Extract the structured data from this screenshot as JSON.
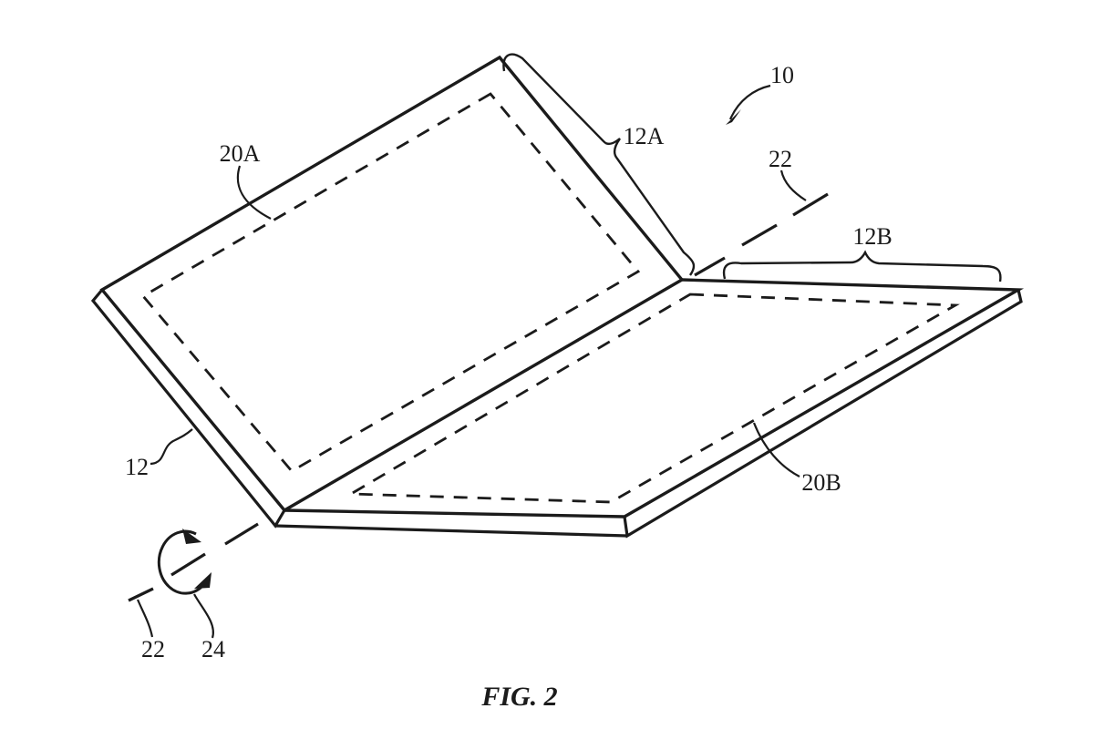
{
  "figure": {
    "caption": "FIG. 2",
    "labels": {
      "device": "10",
      "housing": "12",
      "housing_a": "12A",
      "housing_b": "12B",
      "display_a": "20A",
      "display_b": "20B",
      "axis_top": "22",
      "axis_bottom": "22",
      "rotation": "24"
    },
    "colors": {
      "line": "#1b1b1b",
      "background": "#ffffff"
    }
  }
}
